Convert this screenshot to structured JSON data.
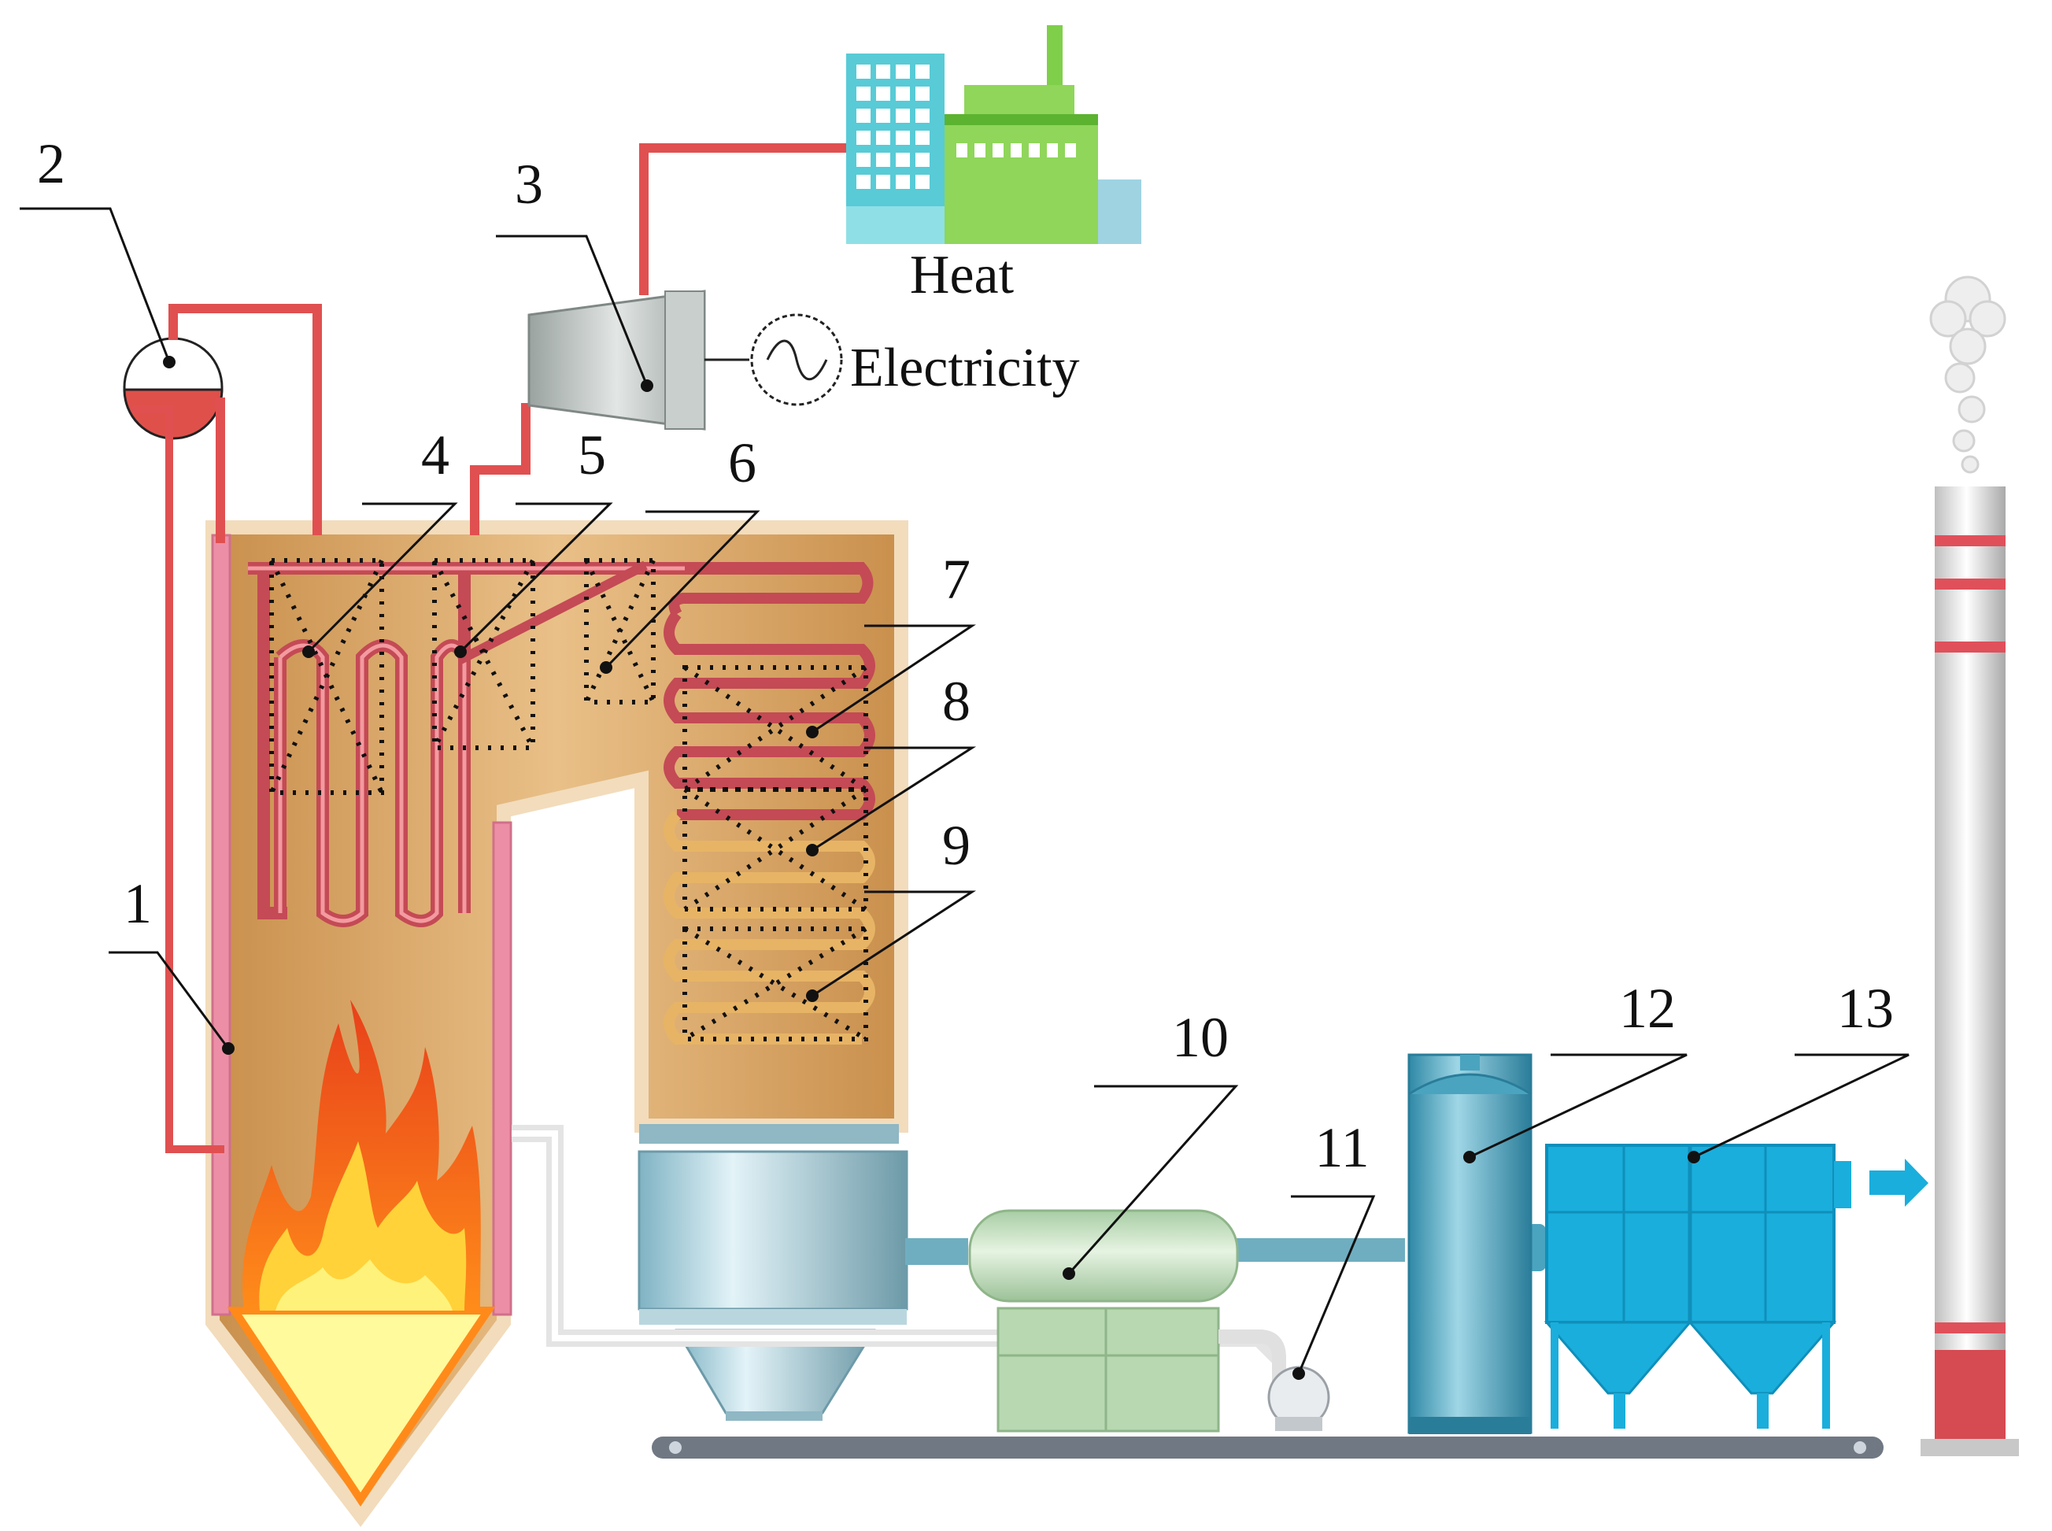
{
  "labels": {
    "n1": "1",
    "n2": "2",
    "n3": "3",
    "n4": "4",
    "n5": "5",
    "n6": "6",
    "n7": "7",
    "n8": "8",
    "n9": "9",
    "n10": "10",
    "n11": "11",
    "n12": "12",
    "n13": "13"
  },
  "outputs": {
    "heat": "Heat",
    "electricity": "Electricity"
  },
  "colors": {
    "steam_pipe": "#e05050",
    "furnace": "#d9a86a",
    "water_wall": "#ec8fa6",
    "economizer": "#f2c27b",
    "cyclone": "#9cc3cf",
    "heat_exchanger": "#b7d8b0",
    "scrubber": "#4aa4bf",
    "baghouse": "#1aaedc",
    "stack_band": "#e0505a",
    "conveyor": "#707884"
  }
}
